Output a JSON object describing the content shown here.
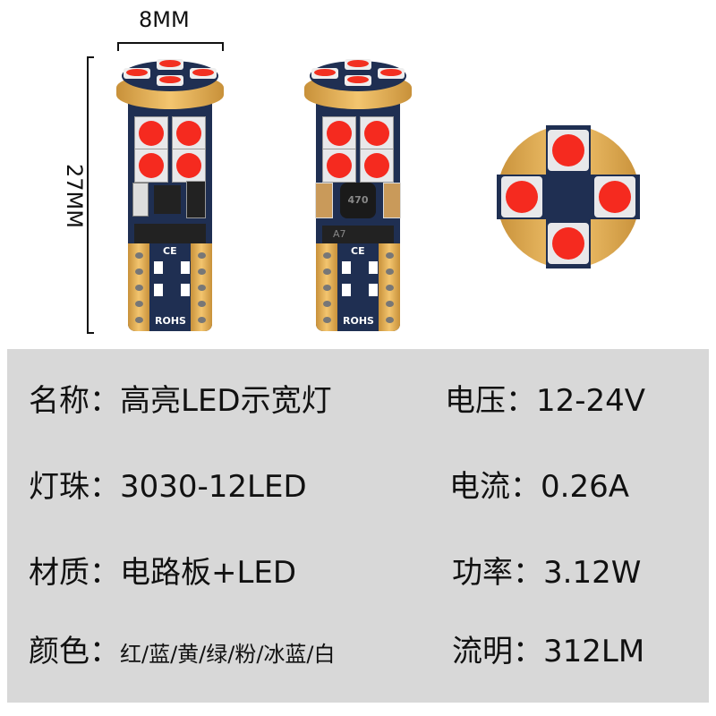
{
  "dimensions": {
    "width_label": "8MM",
    "length_label": "27MM"
  },
  "bulb_marks": {
    "ce": "CE",
    "rohs": "ROHS",
    "inductor": "470",
    "diode": "A7"
  },
  "specs": [
    {
      "label": "名称：",
      "value": "高亮LED示宽灯"
    },
    {
      "label": "电压：",
      "value": "12-24V"
    },
    {
      "label": "灯珠：",
      "value": "3030-12LED"
    },
    {
      "label": "电流：",
      "value": "0.26A"
    },
    {
      "label": "材质：",
      "value": "电路板+LED"
    },
    {
      "label": "功率：",
      "value": "3.12W"
    },
    {
      "label": "颜色：",
      "value": "红/蓝/黄/绿/粉/冰蓝/白"
    },
    {
      "label": "流明：",
      "value": "312LM"
    }
  ],
  "colors": {
    "led": "#f52a1f",
    "pcb": "#1f2f52",
    "gold": "#e0ac55",
    "panel": "#d8d8d8"
  }
}
